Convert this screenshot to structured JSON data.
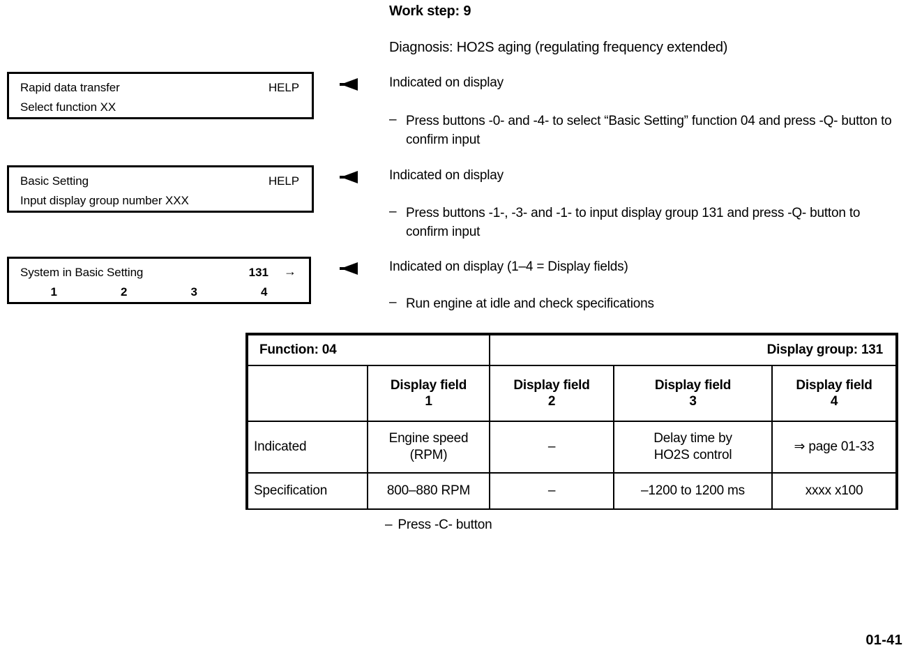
{
  "header": {
    "work_step_label": "Work step: 9",
    "diagnosis": "Diagnosis: HO2S aging (regulating frequency extended)"
  },
  "displays": [
    {
      "title": "Rapid data transfer",
      "help": "HELP",
      "second_line": "Select function XX"
    },
    {
      "title": "Basic Setting",
      "help": "HELP",
      "second_line": "Input display group number XXX"
    },
    {
      "title": "System in Basic Setting",
      "group": "131",
      "arrow": "→",
      "fields": [
        "1",
        "2",
        "3",
        "4"
      ]
    }
  ],
  "instructions": [
    {
      "head": "Indicated on display",
      "dash": "–",
      "body": "Press buttons -0- and -4- to select “Basic Setting” function 04 and press -Q- button to confirm input"
    },
    {
      "head": "Indicated on display",
      "dash": "–",
      "body": "Press buttons -1-, -3- and -1- to input display group 131 and press -Q- button to confirm input"
    },
    {
      "head": "Indicated on display (1–4 = Display fields)",
      "dash": "–",
      "body": "Run engine at idle and check specifications"
    }
  ],
  "table": {
    "function_label": "Function: 04",
    "display_group_label": "Display group: 131",
    "corner_cell": "",
    "column_headers": [
      "Display field\n1",
      "Display field\n2",
      "Display field\n3",
      "Display field\n4"
    ],
    "column_header_names": [
      "Display field",
      "Display field",
      "Display field",
      "Display field"
    ],
    "column_header_numbers": [
      "1",
      "2",
      "3",
      "4"
    ],
    "rows": [
      {
        "label": "Indicated",
        "cells": [
          "Engine speed\n(RPM)",
          "–",
          "Delay time by\nHO2S control",
          "⇒ page 01-33"
        ]
      },
      {
        "label": "Specification",
        "cells": [
          "800–880 RPM",
          "–",
          "–1200 to 1200 ms",
          "xxxx x100"
        ]
      }
    ]
  },
  "footer": {
    "press_c_dash": "–",
    "press_c": "Press -C- button",
    "page_number": "01-41"
  }
}
